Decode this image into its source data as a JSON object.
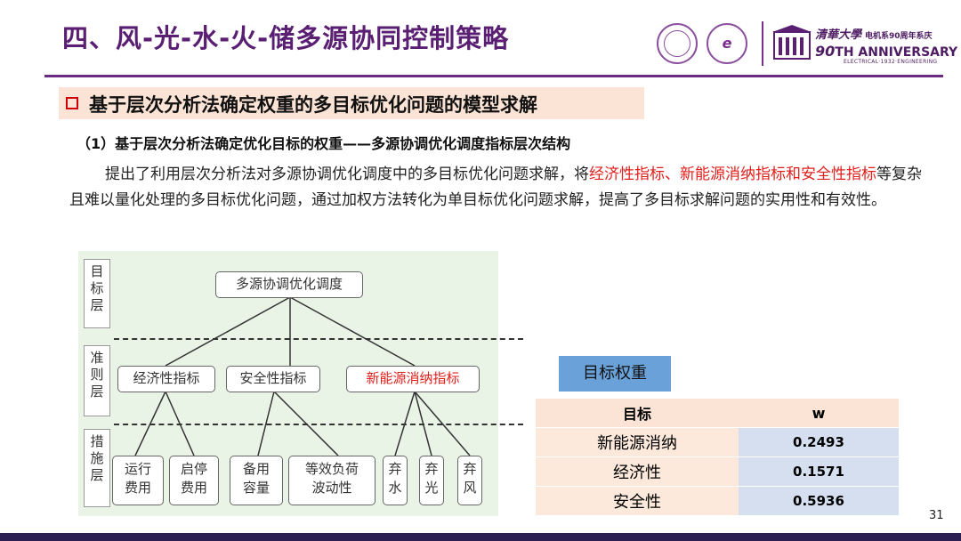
{
  "slide": {
    "title": "四、风-光-水-火-储多源协同控制策略",
    "section_heading": "基于层次分析法确定权重的多目标优化问题的模型求解",
    "sub_heading": "（1）基于层次分析法确定优化目标的权重——多源协调优化调度指标层次结构",
    "paragraph": {
      "p1": "提出了利用层次分析法对多源协调优化调度中的多目标优化问题求解，将",
      "p1_red": "经济性指标、新能源消纳指标和安全性指标",
      "p2": "等复杂且难以量化处理的多目标优化问题，通过加权方法转化为单目标优化问题求解，提高了多目标求解问题的实用性和有效性。"
    },
    "page_number": "31"
  },
  "logos": {
    "cn_text": "清華大學",
    "cn_small": "电机系90周年系庆",
    "en_text": "ANNIVERSARY",
    "en_prefix": "90",
    "sub_text": "ELECTRICAL·1932·ENGINEERING"
  },
  "hierarchy": {
    "levels": [
      {
        "name": "目标层",
        "label": "目\n标\n层"
      },
      {
        "name": "准则层",
        "label": "准\n则\n层"
      },
      {
        "name": "措施层",
        "label": "措\n施\n层"
      }
    ],
    "goal": "多源协调优化调度",
    "criteria": [
      "经济性指标",
      "安全性指标",
      "新能源消纳指标"
    ],
    "measures": {
      "economic": [
        "运行费用",
        "启停费用"
      ],
      "security": [
        "备用容量",
        "等效负荷波动性"
      ],
      "renewable": [
        "弃水",
        "弃光",
        "弃风"
      ]
    },
    "measure_boxes": [
      {
        "id": "m1",
        "label": "运行\n费用"
      },
      {
        "id": "m2",
        "label": "启停\n费用"
      },
      {
        "id": "m3",
        "label": "备用\n容量"
      },
      {
        "id": "m4",
        "label": "等效负荷\n波动性"
      },
      {
        "id": "m5",
        "label": "弃\n水"
      },
      {
        "id": "m6",
        "label": "弃\n光"
      },
      {
        "id": "m7",
        "label": "弃\n风"
      }
    ]
  },
  "weights": {
    "label": "目标权重",
    "headers": [
      "目标",
      "w"
    ],
    "rows": [
      [
        "新能源消纳",
        "0.2493"
      ],
      [
        "经济性",
        "0.1571"
      ],
      [
        "安全性",
        "0.5936"
      ]
    ]
  },
  "colors": {
    "title": "#5a1f73",
    "accent_red": "#e0201c",
    "diagram_bg": "#e9f4e6",
    "label_blue": "#6aa1d9",
    "table_header": "#fbe4d5",
    "table_value": "#d5dff0",
    "footer": "#2d1f52"
  }
}
